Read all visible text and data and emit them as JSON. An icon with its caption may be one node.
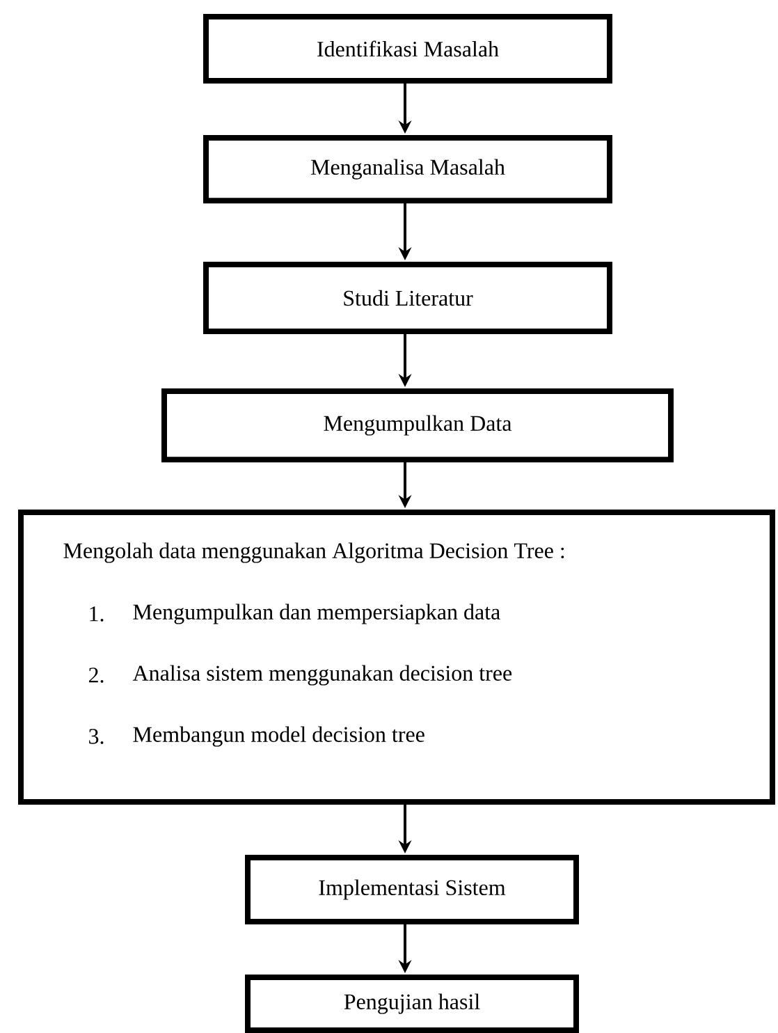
{
  "diagram": {
    "nodes": [
      {
        "text": [
          "Identifikasi Masalah"
        ]
      },
      {
        "text": [
          "Menganalisa Masalah"
        ]
      },
      {
        "text": [
          "Studi Literatur"
        ]
      },
      {
        "text": [
          "Mengumpulkan Data"
        ]
      },
      {
        "text": [
          "Mengolah data menggunakan Algoritma Decision Tree :",
          "1.",
          "Mengumpulkan dan mempersiapkan data",
          "2.",
          "Analisa sistem menggunakan decision tree",
          "3.",
          "Membangun model decision tree"
        ]
      },
      {
        "text": [
          "Implementasi Sistem"
        ]
      },
      {
        "text": [
          "Pengujian hasil"
        ]
      }
    ],
    "edges": [
      {
        "from": 0,
        "to": 1,
        "arrow": "to"
      },
      {
        "from": 1,
        "to": 2,
        "arrow": "to"
      },
      {
        "from": 2,
        "to": 3,
        "arrow": "to"
      },
      {
        "from": 3,
        "to": 4,
        "arrow": "to"
      },
      {
        "from": 4,
        "to": 5,
        "arrow": "to"
      },
      {
        "from": 5,
        "to": 6,
        "arrow": "to"
      }
    ]
  }
}
